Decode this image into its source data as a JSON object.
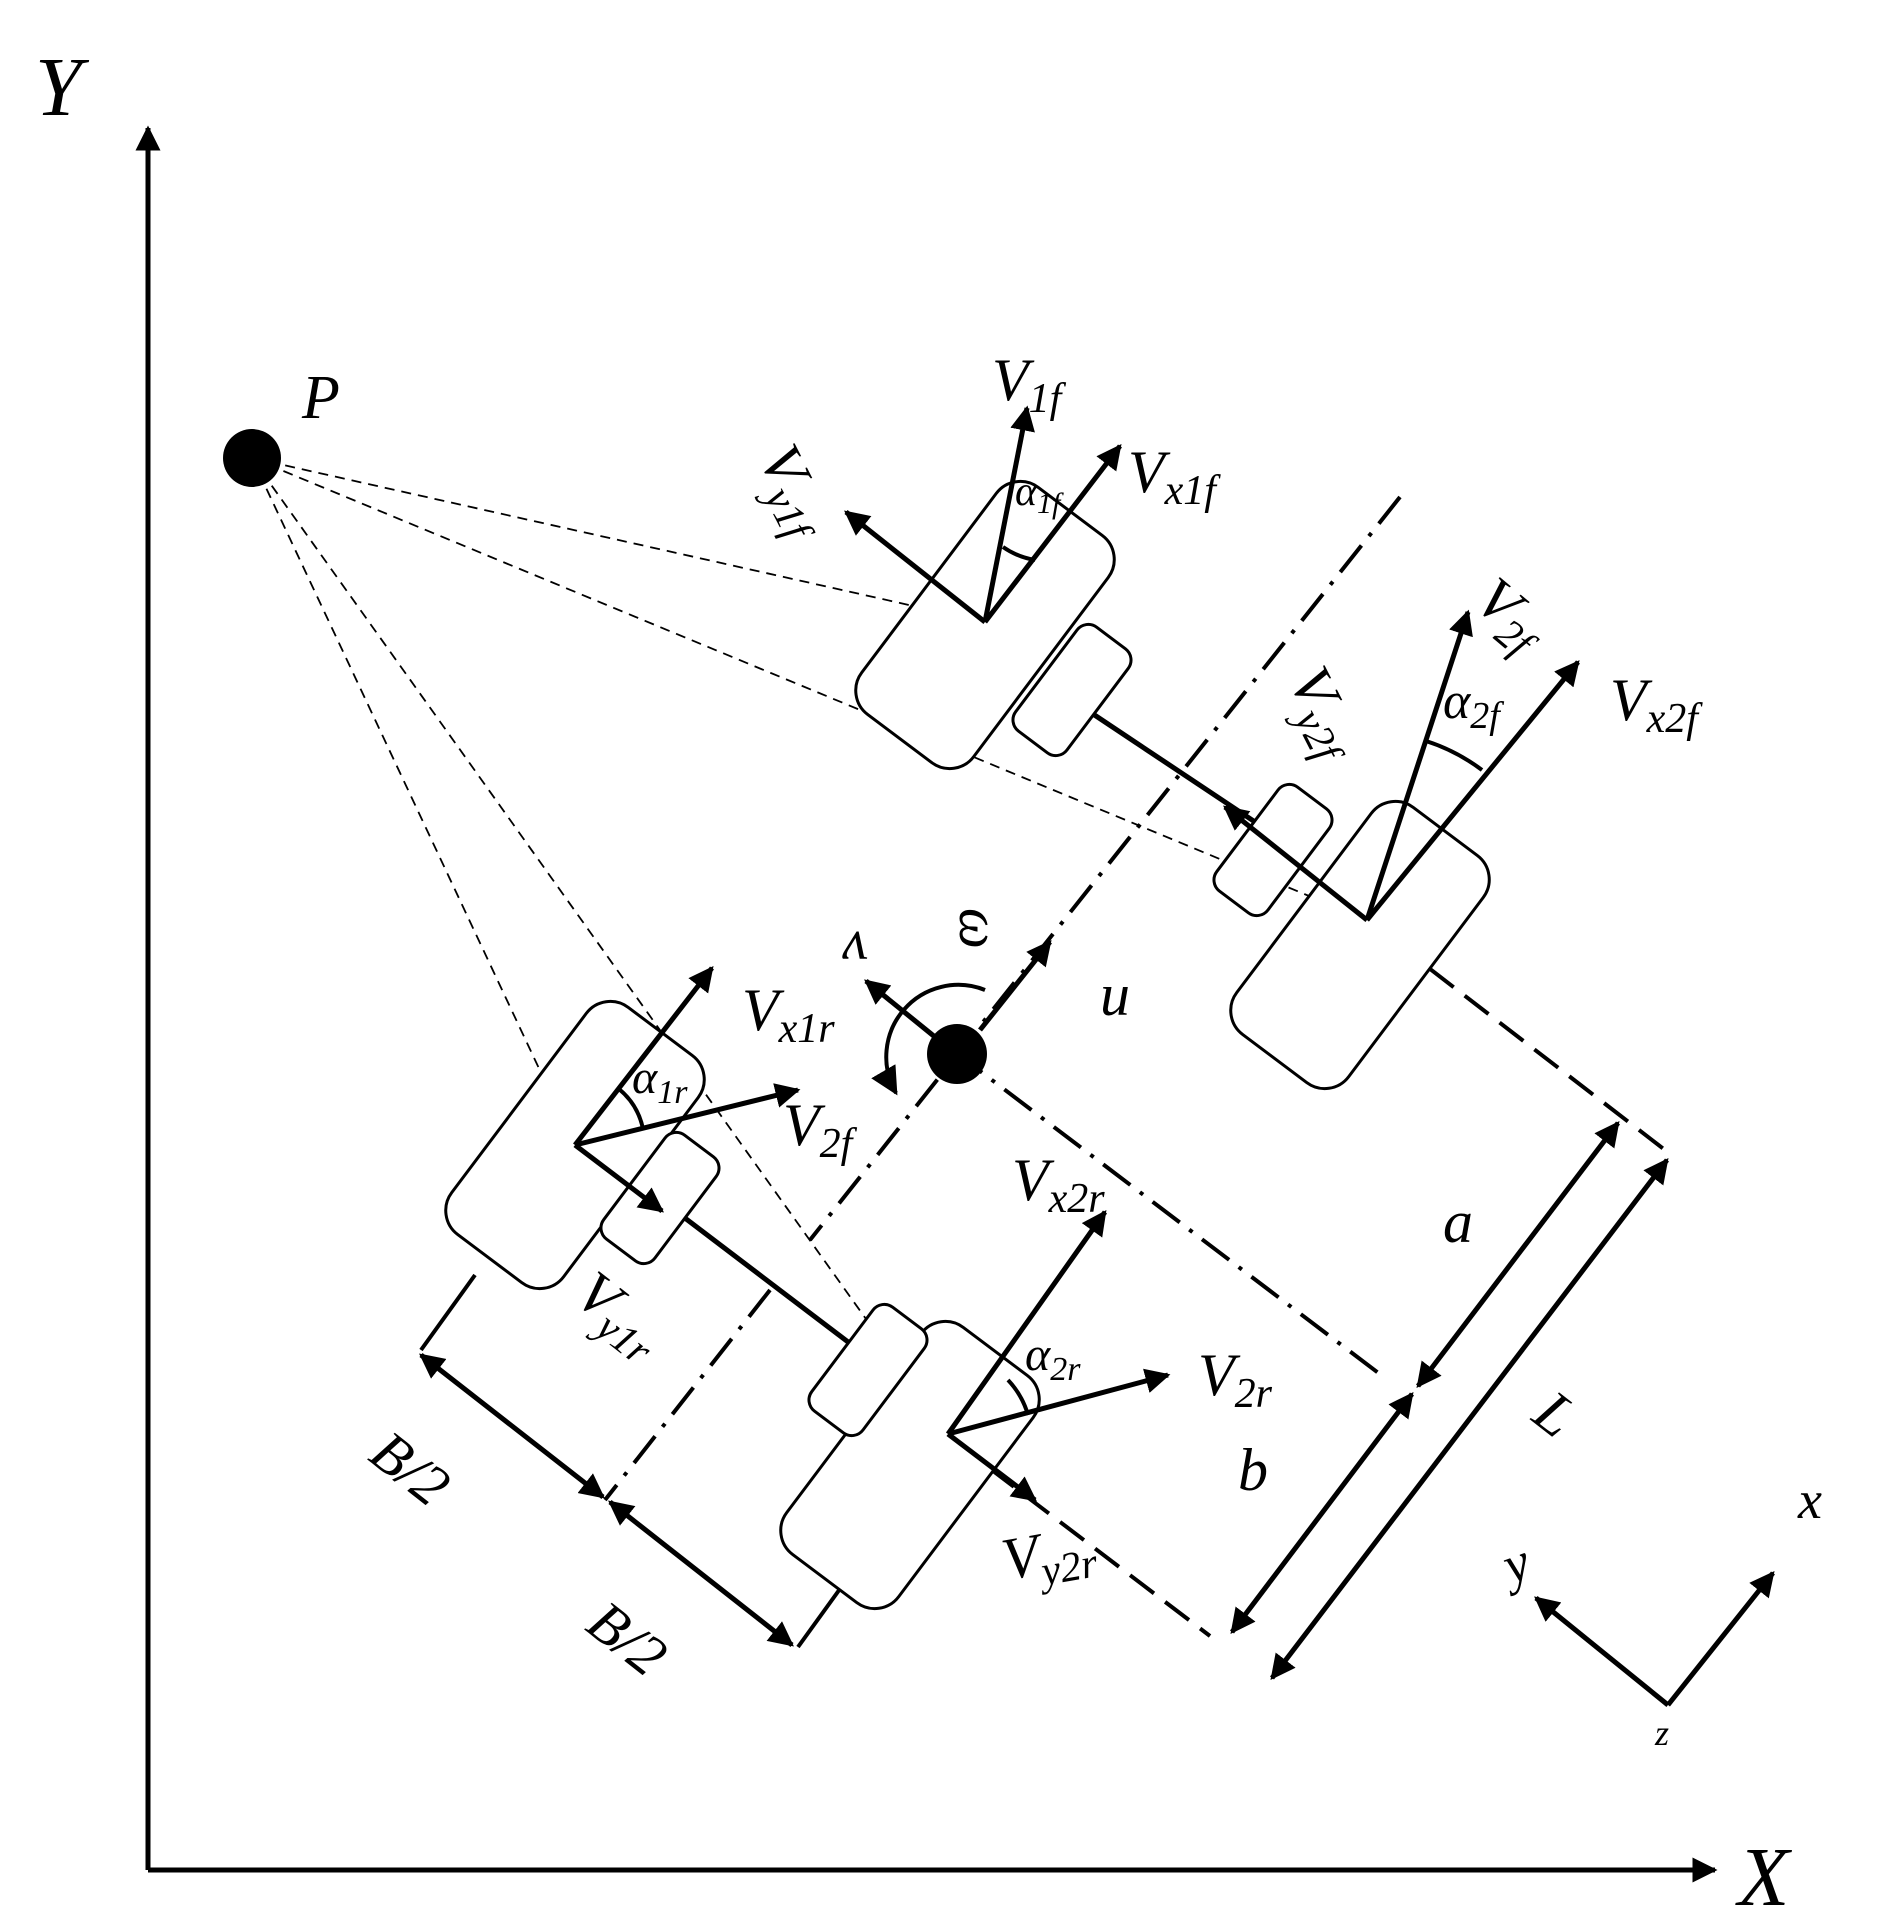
{
  "axes": {
    "X": "X",
    "Y": "Y"
  },
  "point_P": "P",
  "local_axes": {
    "x": "x",
    "y": "y",
    "z": "z"
  },
  "body_velocity": {
    "u": "u",
    "v": "v",
    "omega": "ω"
  },
  "dimensions": {
    "a": "a",
    "b": "b",
    "L": "L",
    "half_track": "B/2"
  },
  "wheel_1f": {
    "V": {
      "main": "V",
      "sub": "1f"
    },
    "Vx": {
      "main": "V",
      "sub": "x1f"
    },
    "Vy": {
      "main": "V",
      "sub": "y1f"
    },
    "alpha": {
      "main": "α",
      "sub": "1f"
    }
  },
  "wheel_2f": {
    "V": {
      "main": "V",
      "sub": "2f"
    },
    "Vx": {
      "main": "V",
      "sub": "x2f"
    },
    "Vy": {
      "main": "V",
      "sub": "y2f"
    },
    "alpha": {
      "main": "α",
      "sub": "2f"
    }
  },
  "wheel_1r": {
    "V": {
      "main": "V",
      "sub": "2f"
    },
    "Vx": {
      "main": "V",
      "sub": "x1r"
    },
    "Vy": {
      "main": "V",
      "sub": "y1r"
    },
    "alpha": {
      "main": "α",
      "sub": "1r"
    }
  },
  "wheel_2r": {
    "V": {
      "main": "V",
      "sub": "2r"
    },
    "Vx": {
      "main": "V",
      "sub": "x2r"
    },
    "Vy": {
      "main": "V",
      "sub": "y2r"
    },
    "alpha": {
      "main": "α",
      "sub": "2r"
    }
  }
}
